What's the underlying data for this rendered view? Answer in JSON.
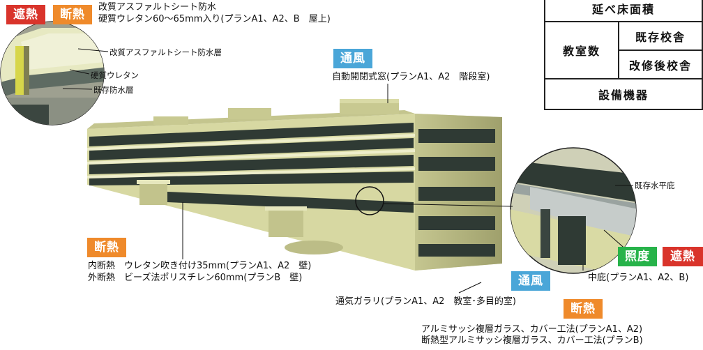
{
  "top_badges": {
    "shade": "遮熱",
    "insulation": "断熱"
  },
  "roof": {
    "line1": "改質アスファルトシート防水",
    "line2": "硬質ウレタン60～65mm入り(プランA1、A2、B　屋上)"
  },
  "inset_roof_labels": {
    "waterproof_sheet": "改質アスファルトシート防水層",
    "urethane": "硬質ウレタン",
    "existing_waterproof": "既存防水層"
  },
  "vent_top": {
    "badge": "通風",
    "text": "自動開閉式窓(プランA1、A2　階段室)"
  },
  "spec_table": {
    "floor_area": "延べ床面積",
    "classrooms": "教室数",
    "existing_school": "既存校舎",
    "renovated_school": "改修後校舎",
    "equipment": "設備機器"
  },
  "wall": {
    "badge": "断熱",
    "line1": "内断熱　ウレタン吹き付け35mm(プランA1、A2　壁)",
    "line2": "外断熱　ビーズ法ポリスチレン60mm(プランB　壁)"
  },
  "inset_eave": {
    "label": "既存水平庇"
  },
  "eave_badges": {
    "illumination": "照度",
    "shade": "遮熱"
  },
  "eave_text": "中庇(プランA1、A2、B)",
  "vent_bottom": {
    "badge": "通風",
    "text": "通気ガラリ(プランA1、A2　教室･多目的室)"
  },
  "window": {
    "badge": "断熱",
    "line1": "アルミサッシ複層ガラス、カバー工法(プランA1、A2)",
    "line2": "断熱型アルミサッシ複層ガラス、カバー工法(プランB)"
  },
  "colors": {
    "shade_red": "#d9342b",
    "insulation_orange": "#ef8a2b",
    "vent_blue": "#4aa6d8",
    "illumination_green": "#27b34a",
    "building_wall": "#d8d9a4",
    "building_shadow": "#a9aa77"
  }
}
